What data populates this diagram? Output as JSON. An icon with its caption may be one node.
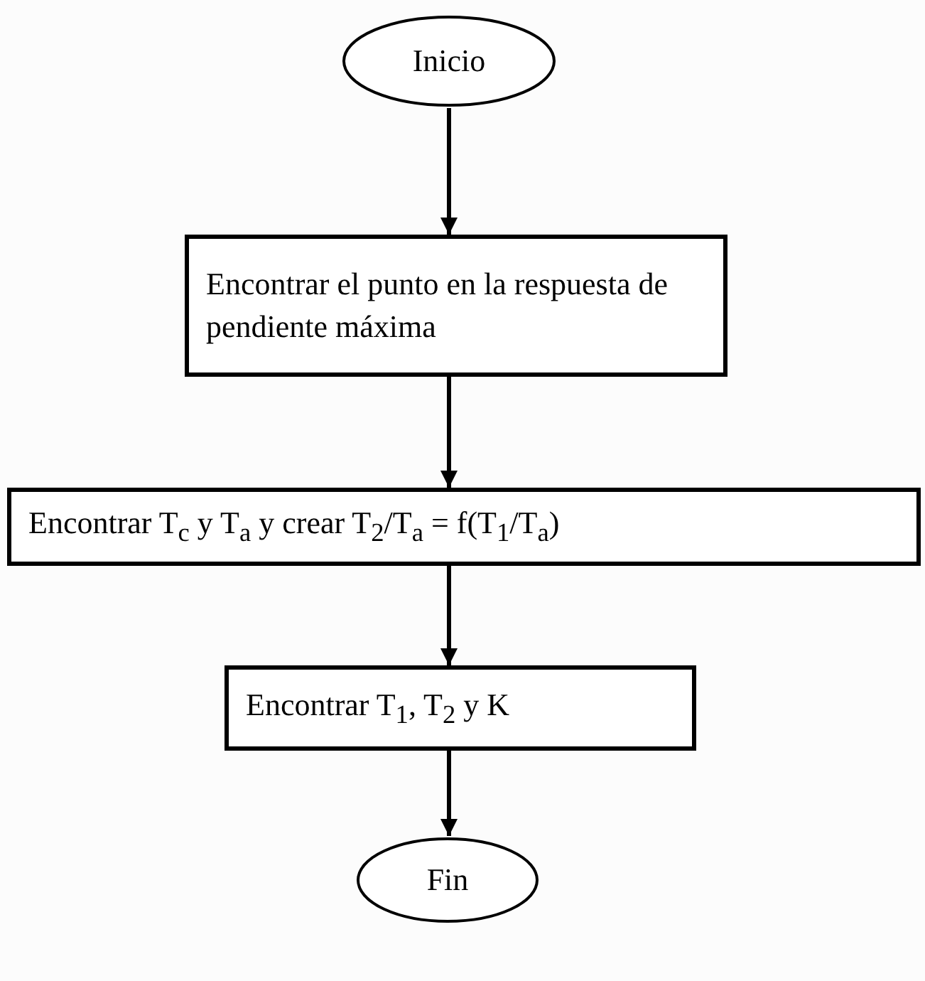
{
  "diagram": {
    "nodes": [
      {
        "text": [
          "Inicio"
        ]
      },
      {
        "text": [
          "Encontrar el punto en la respuesta de pendiente máxima"
        ]
      },
      {
        "text": [
          "Encontrar T$_{c}$ y T$_{a}$ y crear T$_{2}$/T$_{a}$ = f(T$_{1}$/T$_{a}$)"
        ]
      },
      {
        "text": [
          "Encontrar T$_{1}$, T$_{2}$ y K"
        ]
      },
      {
        "text": [
          "Fin"
        ]
      }
    ],
    "edges": [
      {
        "from": 0,
        "to": 1,
        "arrow": "to"
      },
      {
        "from": 1,
        "to": 2,
        "arrow": "to"
      },
      {
        "from": 2,
        "to": 3,
        "arrow": "to"
      },
      {
        "from": 3,
        "to": 4,
        "arrow": "to"
      }
    ]
  }
}
